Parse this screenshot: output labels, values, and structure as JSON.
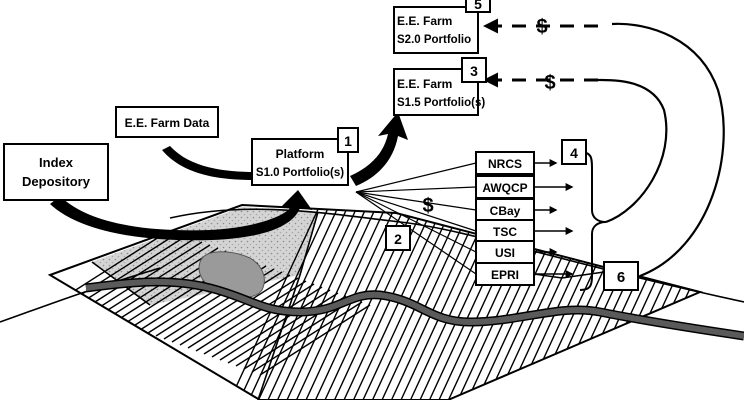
{
  "boxes": {
    "index_depository": [
      "Index",
      "Depository"
    ],
    "ee_farm_data": "E.E. Farm Data",
    "platform": [
      "Platform",
      "S1.0 Portfolio(s)"
    ],
    "s15": [
      "E.E. Farm",
      "S1.5 Portfolio(s)"
    ],
    "s20": [
      "E.E. Farm",
      "S2.0 Portfolio"
    ]
  },
  "programs": [
    "NRCS",
    "AWQCP",
    "CBay",
    "TSC",
    "USI",
    "EPRI"
  ],
  "step_numbers": [
    "1",
    "2",
    "3",
    "4",
    "5",
    "6"
  ],
  "currency_symbol": "$",
  "colors": {
    "ink": "#000000",
    "paper": "#ffffff",
    "river": "#5a5a5a",
    "pond": "#9a9a9a",
    "grid_field": "#cfcfcf"
  }
}
